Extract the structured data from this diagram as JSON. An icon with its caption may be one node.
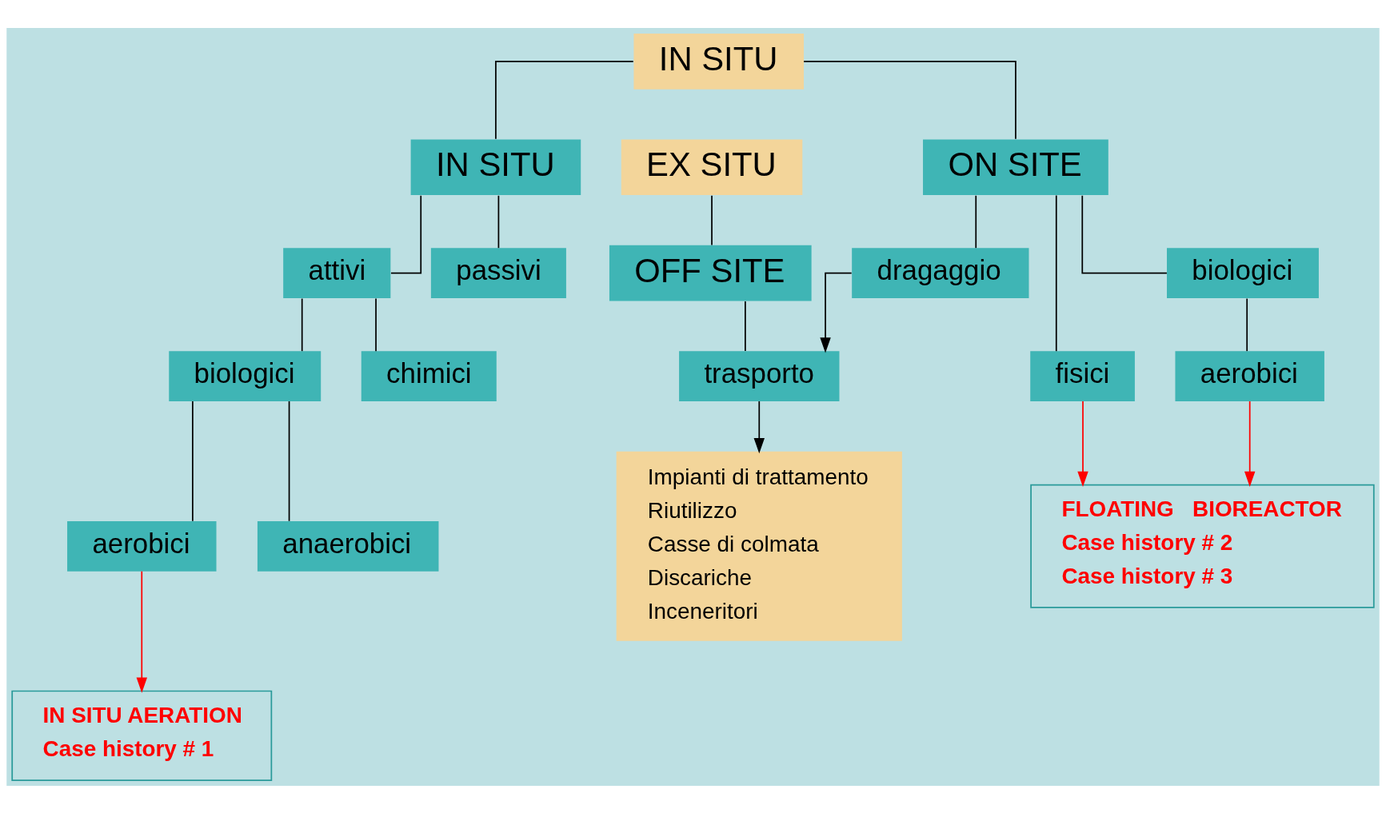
{
  "diagram": {
    "nodes": [
      {
        "text": [
          "IN SITU"
        ]
      },
      {
        "text": [
          "EX SITU"
        ]
      },
      {
        "text": [
          "IN SITU"
        ]
      },
      {
        "text": [
          "ON SITE"
        ]
      },
      {
        "text": [
          "OFF SITE"
        ]
      },
      {
        "text": [
          "attivi"
        ]
      },
      {
        "text": [
          "passivi"
        ]
      },
      {
        "text": [
          "dragaggio"
        ]
      },
      {
        "text": [
          "trasporto"
        ]
      },
      {
        "text": [
          "biologici"
        ]
      },
      {
        "text": [
          "chimici"
        ]
      },
      {
        "text": [
          "biologici"
        ]
      },
      {
        "text": [
          "fisici"
        ]
      },
      {
        "text": [
          "aerobici"
        ]
      },
      {
        "text": [
          "anaerobici"
        ]
      },
      {
        "text": [
          "aerobici"
        ]
      },
      {
        "text": [
          "Impianti di trattamento",
          "Riutilizzo",
          "Casse di colmata",
          "Discariche",
          "Inceneritori"
        ]
      },
      {
        "text": [
          "IN SITU AERATION",
          "Case history # 1"
        ]
      },
      {
        "text": [
          "FLOATING   BIOREACTOR",
          "Case history # 2",
          "Case history # 3"
        ]
      }
    ],
    "edges": [
      {
        "from": 0,
        "to": 2,
        "arrow": "none"
      },
      {
        "from": 0,
        "to": 3,
        "arrow": "none"
      },
      {
        "from": 1,
        "to": 4,
        "arrow": "none"
      },
      {
        "from": 2,
        "to": 5,
        "arrow": "none"
      },
      {
        "from": 2,
        "to": 6,
        "arrow": "none"
      },
      {
        "from": 3,
        "to": 7,
        "arrow": "none"
      },
      {
        "from": 4,
        "to": 8,
        "arrow": "none"
      },
      {
        "from": 7,
        "to": 8,
        "arrow": "to"
      },
      {
        "from": 5,
        "to": 9,
        "arrow": "none"
      },
      {
        "from": 5,
        "to": 10,
        "arrow": "none"
      },
      {
        "from": 3,
        "to": 11,
        "arrow": "none"
      },
      {
        "from": 3,
        "to": 12,
        "arrow": "none"
      },
      {
        "from": 8,
        "to": 16,
        "arrow": "to"
      },
      {
        "from": 9,
        "to": 13,
        "arrow": "none"
      },
      {
        "from": 9,
        "to": 14,
        "arrow": "none"
      },
      {
        "from": 11,
        "to": 15,
        "arrow": "none"
      },
      {
        "from": 13,
        "to": 17,
        "arrow": "to",
        "color": "#ff0000"
      },
      {
        "from": 15,
        "to": 18,
        "arrow": "to",
        "color": "#ff0000"
      },
      {
        "from": 12,
        "to": 18,
        "arrow": "to",
        "color": "#ff0000"
      }
    ]
  }
}
